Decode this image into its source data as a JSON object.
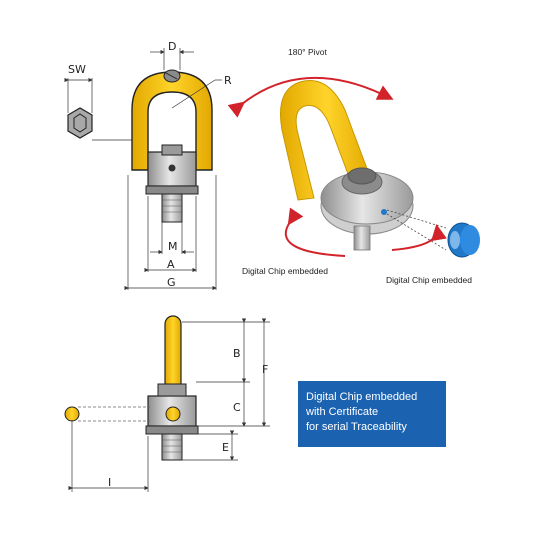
{
  "labels": {
    "d": "D",
    "sw": "SW",
    "r": "R",
    "m": "M",
    "a": "A",
    "g": "G",
    "b": "B",
    "c": "C",
    "f": "F",
    "e": "E",
    "i": "I"
  },
  "photo": {
    "pivot_caption": "180° Pivot",
    "chip_caption_left": "Digital Chip embedded",
    "chip_caption_right": "Digital Chip embedded"
  },
  "info_box": {
    "line1": "Digital Chip embedded",
    "line2": "with Certificate",
    "line3": "for serial Traceability"
  },
  "colors": {
    "bow_yellow": "#f4c20d",
    "bow_outline": "#222222",
    "body_grey": "#b7b7b7",
    "arrow_red": "#d2232a",
    "chip_blue": "#1f78c8",
    "box_blue": "#1b62b0"
  }
}
